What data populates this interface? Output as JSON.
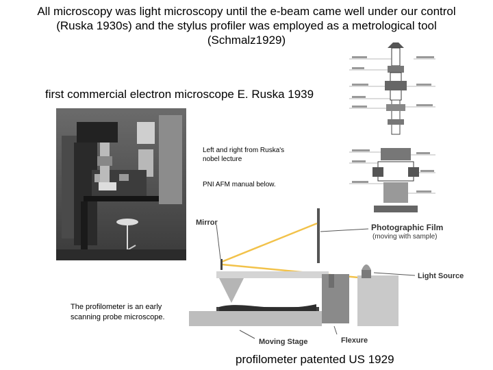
{
  "slide": {
    "title_lines": [
      "All microscopy was light microscopy until the e-beam came well under our control",
      "(Ruska 1930s) and the stylus profiler was employed as a metrological tool",
      "(Schmalz1929)"
    ],
    "subheading": "first commercial electron microscope E. Ruska 1939",
    "notes": {
      "ruska_line1": "Left and right from Ruska's",
      "ruska_line2": "nobel lecture",
      "pni": "PNI AFM manual below.",
      "profilometer_line1": "The profilometer is an early",
      "profilometer_line2": "scanning probe microscope."
    },
    "caption": "profilometer patented US 1929"
  },
  "diagram": {
    "labels": {
      "mirror": "Mirror",
      "film": "Photographic Film",
      "film_sub": "(moving with sample)",
      "light_source": "Light Source",
      "moving_stage": "Moving Stage",
      "flexure": "Flexure"
    },
    "colors": {
      "beam": "#f2c24a",
      "stage": "#c9c9c9",
      "block": "#8a8a8a"
    }
  }
}
